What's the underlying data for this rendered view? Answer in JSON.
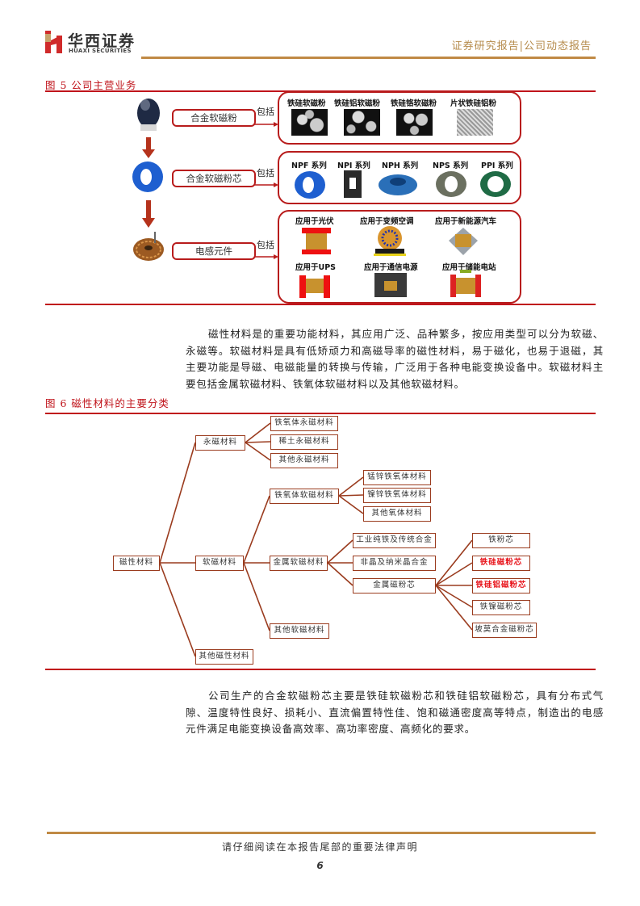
{
  "header": {
    "logo_cn": "华西证券",
    "logo_en": "HUAXI SECURITIES",
    "report_type": "证券研究报告|公司动态报告",
    "accent_color": "#c08a45"
  },
  "figure5": {
    "title": "图 5   公司主营业务",
    "rows": [
      {
        "product": "合金软磁粉",
        "include_label": "包括",
        "items": [
          "铁硅软磁粉",
          "铁硅铝软磁粉",
          "铁硅铬软磁粉",
          "片状铁硅铝粉"
        ]
      },
      {
        "product": "合金软磁粉芯",
        "include_label": "包括",
        "items": [
          "NPF 系列",
          "NPI 系列",
          "NPH 系列",
          "NPS 系列",
          "PPI 系列"
        ]
      },
      {
        "product": "电感元件",
        "include_label": "包括",
        "items": [
          "应用于光伏",
          "应用于变频空调",
          "应用于新能源汽车",
          "应用于UPS",
          "应用于通信电源",
          "应用于储能电站"
        ]
      }
    ],
    "accent_color": "#c0141b"
  },
  "paragraph1": "磁性材料是的重要功能材料，其应用广泛、品种繁多，按应用类型可以分为软磁、永磁等。软磁材料是具有低矫顽力和高磁导率的磁性材料，易于磁化，也易于退磁，其主要功能是导磁、电磁能量的转换与传输，广泛用于各种电能变换设备中。软磁材料主要包括金属软磁材料、铁氧体软磁材料以及其他软磁材料。",
  "figure6": {
    "title": "图 6   磁性材料的主要分类",
    "root": "磁性材料",
    "level1": [
      "永磁材料",
      "软磁材料",
      "其他磁性材料"
    ],
    "permanent": [
      "铁氧体永磁材料",
      "稀土永磁材料",
      "其他永磁材料"
    ],
    "soft": [
      "铁氧体软磁材料",
      "金属软磁材料",
      "其他软磁材料"
    ],
    "ferrite_soft": [
      "锰锌铁氧体材料",
      "镍锌铁氧体材料",
      "其他氧体材料"
    ],
    "metal_soft": [
      "工业纯铁及传统合金",
      "非晶及纳米晶合金",
      "金属磁粉芯"
    ],
    "powder_cores": [
      "铁粉芯",
      "铁硅磁粉芯",
      "铁硅铝磁粉芯",
      "铁镍磁粉芯",
      "坡莫合金磁粉芯"
    ],
    "highlighted": [
      "铁硅磁粉芯",
      "铁硅铝磁粉芯"
    ],
    "highlight_color": "#e8141b",
    "line_color": "#9a3b1e"
  },
  "paragraph2": "公司生产的合金软磁粉芯主要是铁硅软磁粉芯和铁硅铝软磁粉芯，具有分布式气隙、温度特性良好、损耗小、直流偏置特性佳、饱和磁通密度高等特点，制造出的电感元件满足电能变换设备高效率、高功率密度、高频化的要求。",
  "footer": {
    "disclaimer": "请仔细阅读在本报告尾部的重要法律声明",
    "page_number": "6"
  }
}
